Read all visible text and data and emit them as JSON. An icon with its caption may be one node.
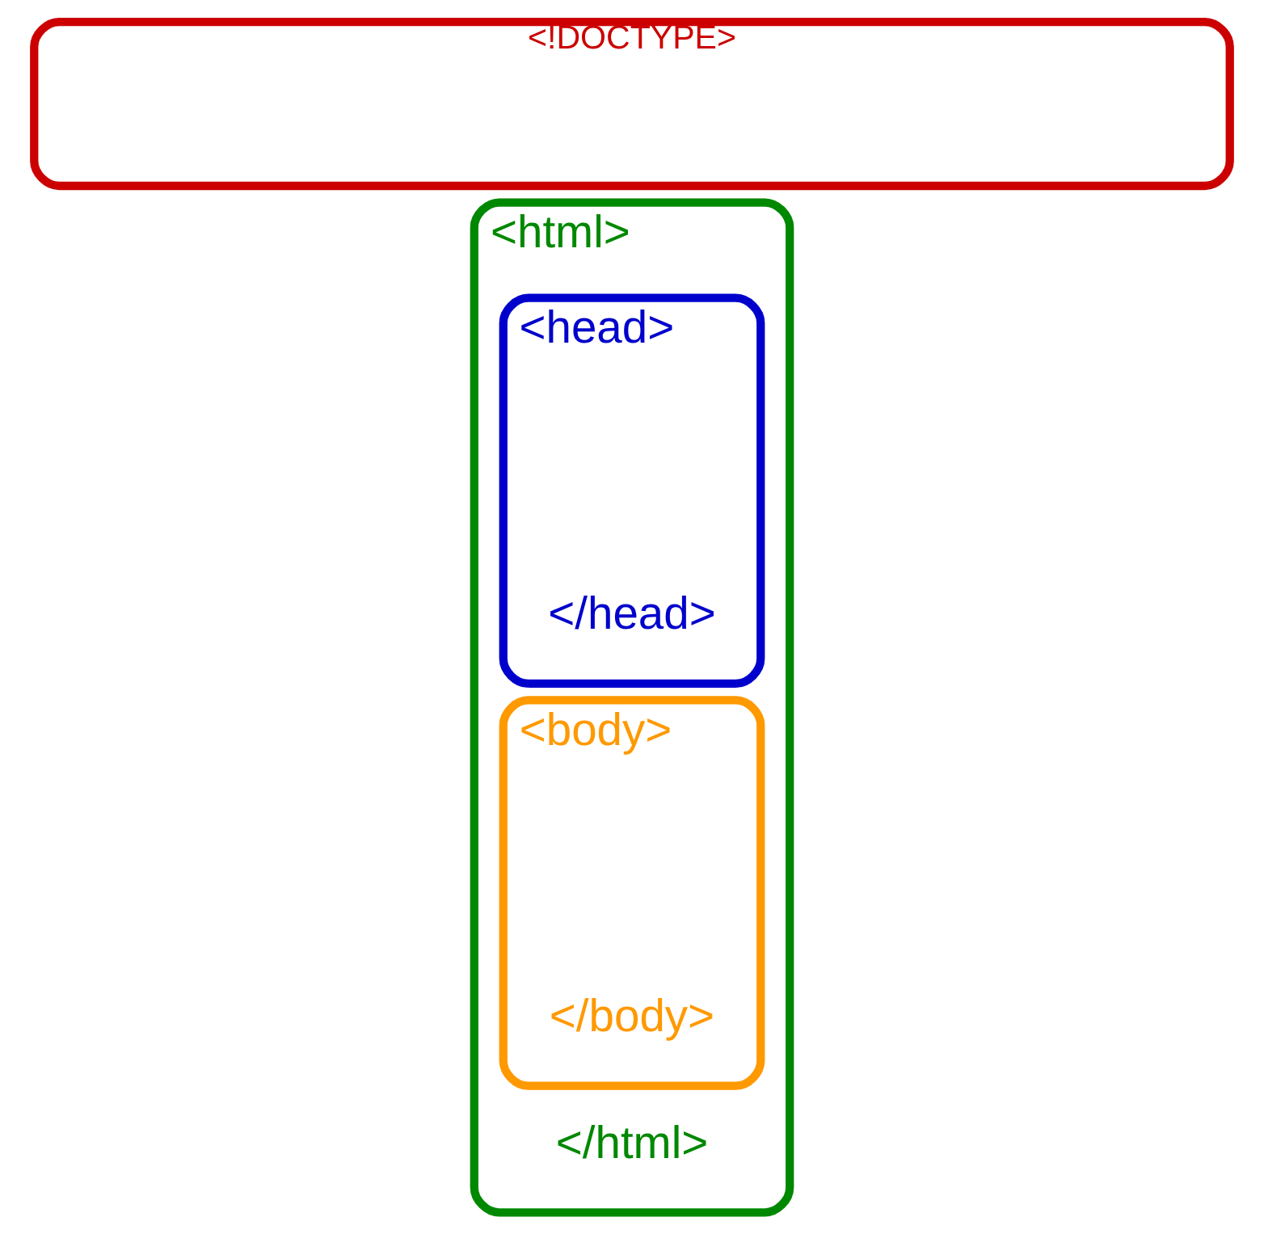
{
  "diagram": {
    "nodes": [
      {
        "text": [
          "<!DOCTYPE>"
        ]
      },
      {
        "text": [
          "<html>",
          "</html>"
        ]
      },
      {
        "text": [
          "<head>",
          "</head>"
        ],
        "in": 1
      },
      {
        "text": [
          "<body>",
          "</body>"
        ],
        "in": 1
      }
    ]
  }
}
